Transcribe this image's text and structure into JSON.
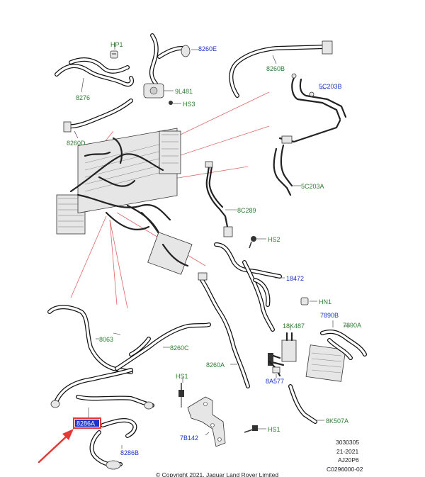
{
  "labels": {
    "hp1": "HP1",
    "l8260e": "8260E",
    "l8276": "8276",
    "l9l481": "9L481",
    "hs3": "HS3",
    "l8260b": "8260B",
    "l5c203b": "5C203B",
    "l8260d": "8260D",
    "l5c203a": "5C203A",
    "l8c289": "8C289",
    "hs2": "HS2",
    "l18472": "18472",
    "hn1": "HN1",
    "l7890b": "7890B",
    "l7890a": "7890A",
    "l18k487": "18K487",
    "l8063": "8063",
    "l8260c": "8260C",
    "l8260a": "8260A",
    "l8a577": "8A577",
    "hs1_top": "HS1",
    "l8k507a": "8K507A",
    "l8286a": "8286A",
    "l8286b": "8286B",
    "l7b142": "7B142",
    "hs1_bottom": "HS1"
  },
  "colors": {
    "green_label": "#2e7d32",
    "blue_label": "#1a35c8",
    "highlight_box": "#1a35c8",
    "highlight_outline": "#e53935",
    "arrow": "#e53935"
  },
  "meta": {
    "line1": "3030305",
    "line2": "21-2021",
    "line3": "AJ20P6",
    "line4": "C0296000-02",
    "copyright": "© Copyright 2021, Jaguar Land Rover Limited"
  }
}
